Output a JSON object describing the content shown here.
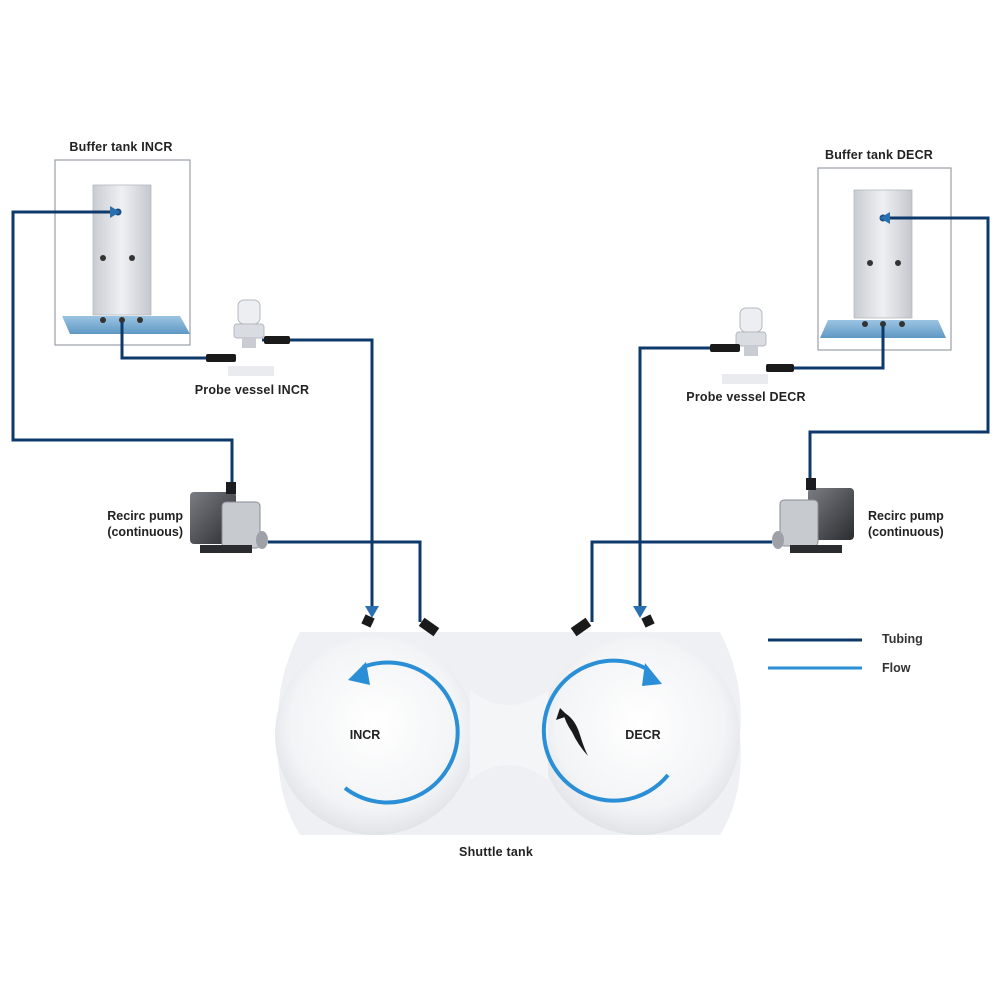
{
  "labels": {
    "buffer_left": "Buffer tank INCR",
    "buffer_right": "Buffer tank DECR",
    "probe_left": "Probe vessel INCR",
    "probe_right": "Probe vessel DECR",
    "pump_left_line1": "Recirc pump",
    "pump_left_line2": "(continuous)",
    "pump_right_line1": "Recirc pump",
    "pump_right_line2": "(continuous)",
    "tank_left": "INCR",
    "tank_right": "DECR",
    "shuttle": "Shuttle tank"
  },
  "legend": {
    "tubing": "Tubing",
    "flow": "Flow"
  },
  "colors": {
    "tubing": "#0e3a6b",
    "flow": "#2a8fd6",
    "tank_fill": "#f2f3f5",
    "water": "#7fb2d6"
  }
}
